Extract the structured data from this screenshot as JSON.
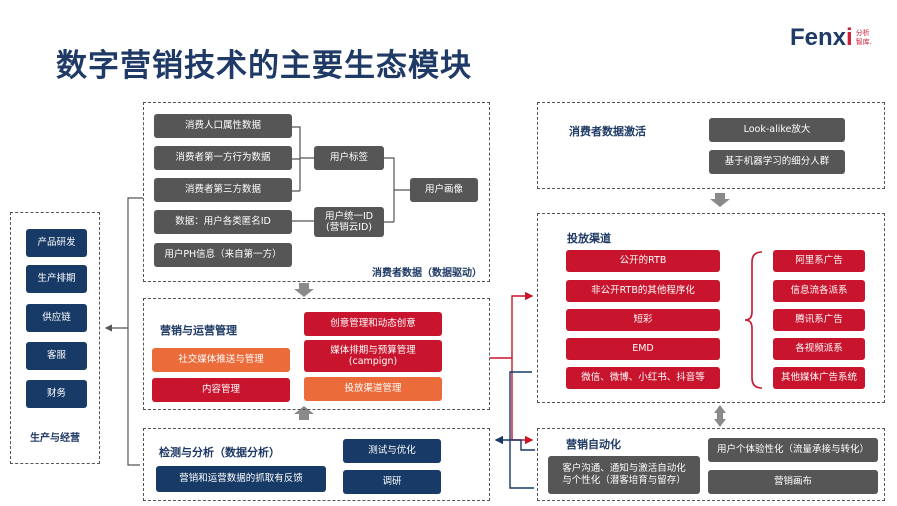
{
  "title": "数字营销技术的主要生态模块",
  "logo": {
    "word_a": "Fenx",
    "word_b": "i",
    "sub_line1": "分析",
    "sub_line2": "智库."
  },
  "consumer_data": {
    "label": "消费者数据（数据驱动）",
    "sources": [
      "消费人口属性数据",
      "消费者第一方行为数据",
      "消费者第三方数据",
      "数据：用户各类匿名ID",
      "用户PH信息（来自第一方）"
    ],
    "user_tag": "用户标签",
    "user_id": "用户统一ID\n(营销云ID)",
    "user_portrait": "用户画像"
  },
  "production": {
    "label": "生产与经营",
    "items": [
      "产品研发",
      "生产排期",
      "供应链",
      "客服",
      "财务"
    ]
  },
  "marketing_ops": {
    "label": "营销与运营管理",
    "items": [
      "社交媒体推送与管理",
      "内容管理",
      "创意管理和动态创意",
      "媒体排期与预算管理\n(campign)",
      "投放渠道管理"
    ]
  },
  "measurement": {
    "label": "检测与分析（数据分析）",
    "items": [
      "营销和运营数据的抓取有反馈",
      "测试与优化",
      "调研"
    ]
  },
  "activation": {
    "label": "消费者数据激活",
    "items": [
      "Look-alike放大",
      "基于机器学习的细分人群"
    ]
  },
  "channels": {
    "label": "投放渠道",
    "left": [
      "公开的RTB",
      "非公开RTB的其他程序化",
      "短彩",
      "EMD",
      "微信、微博、小红书、抖音等"
    ],
    "right": [
      "阿里系广告",
      "信息流各派系",
      "腾讯系广告",
      "各视频派系",
      "其他媒体广告系统"
    ]
  },
  "automation": {
    "label": "营销自动化",
    "items": [
      "客户沟通、通知与激活自动化\n与个性化（潜客培育与留存）",
      "用户个体验性化（流量承接与转化）",
      "营销画布"
    ]
  },
  "colors": {
    "navy": "#173a66",
    "red": "#c8142c",
    "gray": "#565656",
    "orange": "#ec6b3a"
  }
}
